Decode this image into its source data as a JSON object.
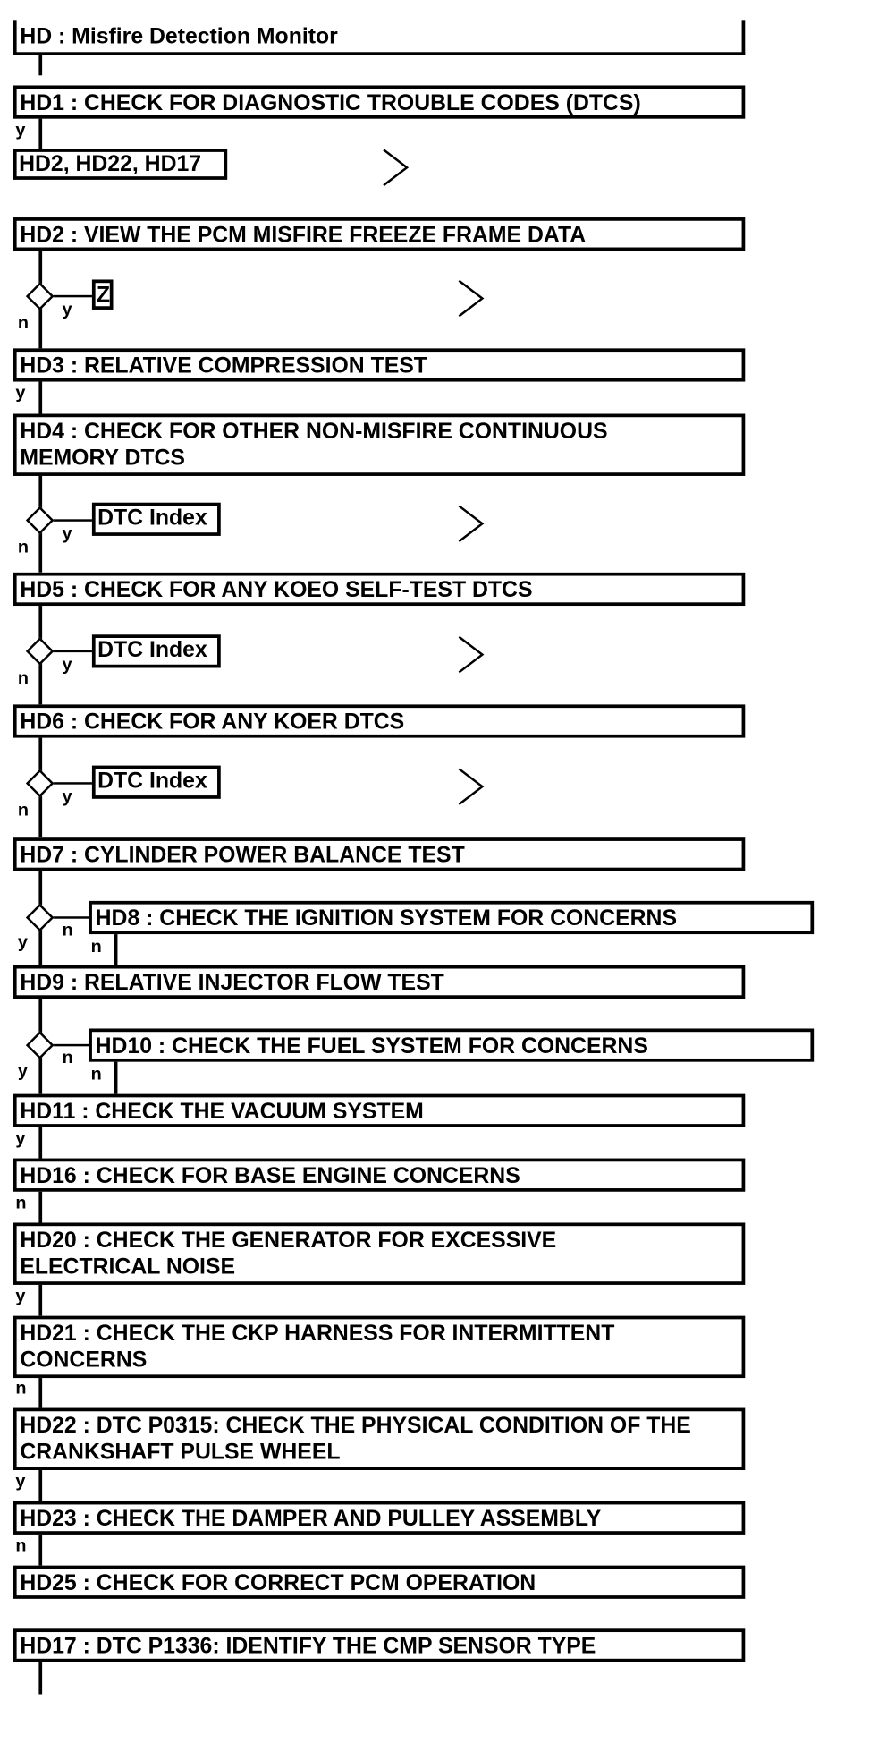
{
  "header": {
    "title": "HD : Misfire Detection Monitor"
  },
  "steps": {
    "hd1": "HD1 : CHECK FOR DIAGNOSTIC TROUBLE CODES (DTCS)",
    "hd2": "HD2 : VIEW THE PCM MISFIRE FREEZE FRAME DATA",
    "hd3": "HD3 : RELATIVE COMPRESSION TEST",
    "hd4": "HD4 : CHECK FOR OTHER NON-MISFIRE CONTINUOUS MEMORY DTCS",
    "hd5": "HD5 : CHECK FOR ANY KOEO SELF-TEST DTCS",
    "hd6": "HD6 : CHECK FOR ANY KOER DTCS",
    "hd7": "HD7 : CYLINDER POWER BALANCE TEST",
    "hd8": "HD8 : CHECK THE IGNITION SYSTEM FOR CONCERNS",
    "hd9": "HD9 : RELATIVE INJECTOR FLOW TEST",
    "hd10": "HD10 : CHECK THE FUEL SYSTEM FOR CONCERNS",
    "hd11": "HD11 : CHECK THE VACUUM SYSTEM",
    "hd16": "HD16 : CHECK FOR BASE ENGINE CONCERNS",
    "hd20": "HD20 : CHECK THE GENERATOR FOR EXCESSIVE ELECTRICAL NOISE",
    "hd21": "HD21 : CHECK THE CKP HARNESS FOR INTERMITTENT CONCERNS",
    "hd22": "HD22 : DTC P0315: CHECK THE PHYSICAL CONDITION OF THE CRANKSHAFT PULSE WHEEL",
    "hd23": "HD23 : CHECK THE DAMPER AND PULLEY ASSEMBLY",
    "hd25": "HD25 : CHECK FOR CORRECT PCM OPERATION",
    "hd17": "HD17 : DTC P1336: IDENTIFY THE CMP SENSOR TYPE"
  },
  "links": {
    "hd1_targets": "HD2, HD22, HD17",
    "hd2_z": "Z",
    "dtc_index_4": "DTC Index",
    "dtc_index_5": "DTC Index",
    "dtc_index_6": "DTC Index"
  },
  "branch": {
    "yes": "y",
    "no": "n"
  },
  "icons": {
    "decision": "diamond-icon",
    "goto": "chevron-right-icon"
  },
  "colors": {
    "stroke": "#000000",
    "background": "#ffffff"
  }
}
